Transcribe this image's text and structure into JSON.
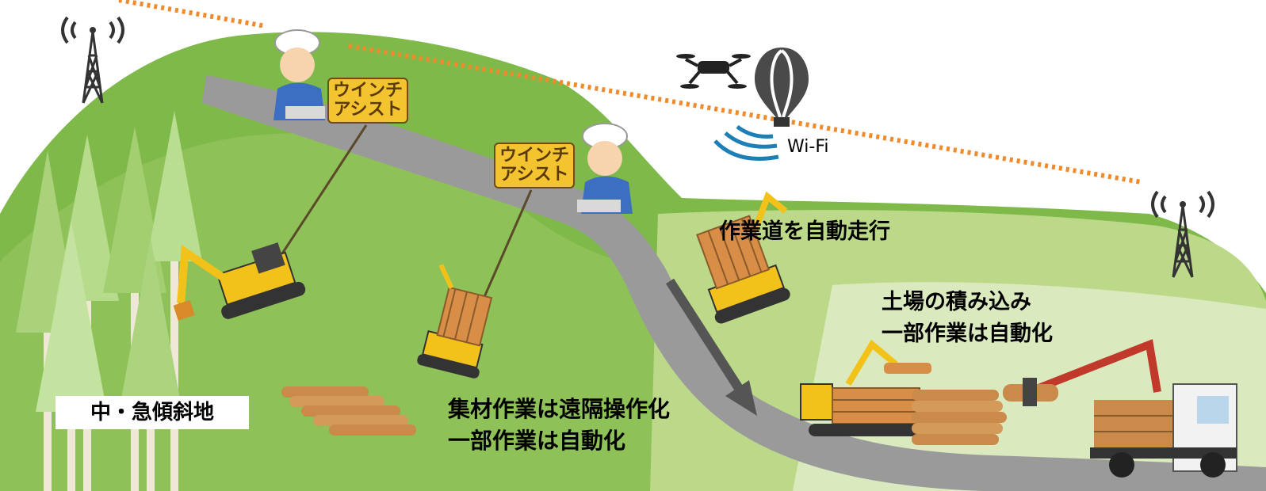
{
  "labels": {
    "winch_assist_1": [
      "ウインチ",
      "アシスト"
    ],
    "winch_assist_2": [
      "ウインチ",
      "アシスト"
    ],
    "wifi": "Wi-Fi",
    "auto_drive": "作業道を自動走行",
    "landing_loading": [
      "土場の積み込み",
      "一部作業は自動化"
    ],
    "yarding": [
      "集材作業は遠隔操作化",
      "一部作業は自動化"
    ],
    "slope_area": "中・急傾斜地"
  },
  "colors": {
    "sky": "#ffffff",
    "hill_green": "#7fb94a",
    "hill_light": "#c9df9f",
    "road": "#9a9a9a",
    "link_dotted": "#f08a2a",
    "wifi_waves": "#1d7fb5",
    "winch_label_bg": "#f4c430",
    "machine_yellow": "#f2c21a",
    "log_brown": "#c98a4a",
    "truck_crane_red": "#c0392b",
    "title_green": "#2bb32b"
  },
  "icons": [
    "radio-tower-icon",
    "worker-hardhat-icon",
    "drone-icon",
    "balloon-icon",
    "wifi-waves-icon",
    "excavator-icon",
    "forwarder-icon",
    "log-pile-icon",
    "log-truck-icon",
    "conifer-tree-icon",
    "direction-arrow-icon"
  ]
}
